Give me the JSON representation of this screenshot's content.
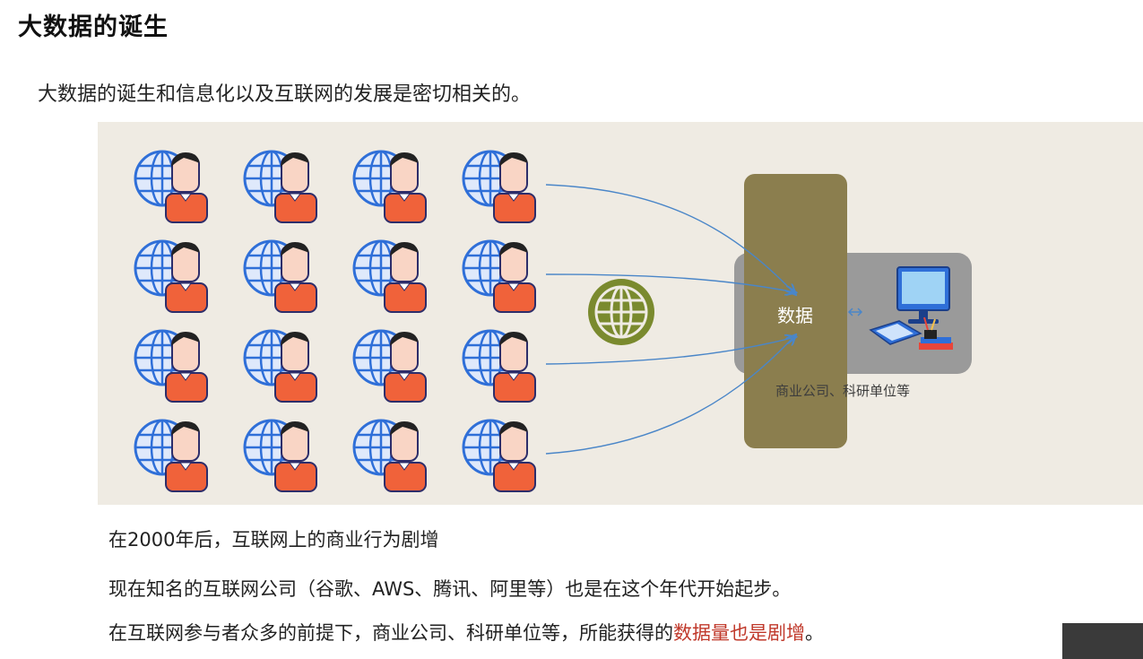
{
  "page": {
    "title": "大数据的诞生",
    "intro": "大数据的诞生和信息化以及互联网的发展是密切相关的。"
  },
  "diagram": {
    "center_label": "数据",
    "company_label": "商业公司、科研单位等",
    "colors": {
      "background": "#efebe3",
      "data_column": "#8b7e4e",
      "company_box": "#9a9a9a",
      "globe": "#2f6fd8",
      "user_body": "#f0623a",
      "internet_globe": "#7a8a2e",
      "arrow": "#4a86c8"
    },
    "icons": [
      "user-globe-icon",
      "internet-globe-icon",
      "computer-icon"
    ]
  },
  "text": {
    "line1": "在2000年后，互联网上的商业行为剧增",
    "line2": "现在知名的互联网公司（谷歌、AWS、腾讯、阿里等）也是在这个年代开始起步。",
    "line3_prefix": "在互联网参与者众多的前提下，商业公司、科研单位等，所能获得的",
    "line3_highlight": "数据量也是剧增",
    "line3_suffix": "。"
  }
}
